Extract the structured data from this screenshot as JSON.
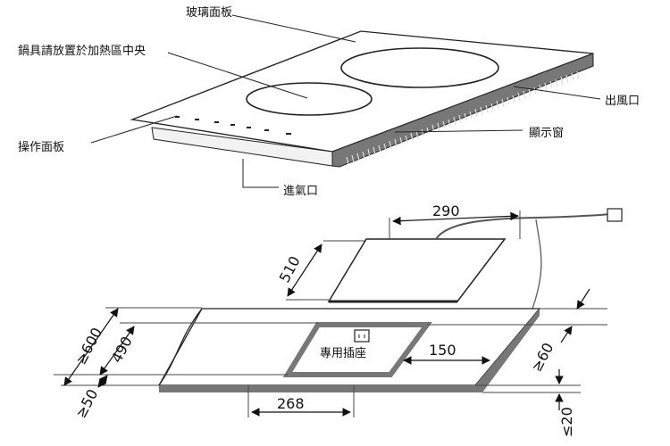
{
  "top_labels": {
    "glass_panel": "玻璃面板",
    "pot_center": "鍋具請放置於加熱區中央",
    "control_panel": "操作面板",
    "air_outlet": "出風口",
    "display_window": "顯示窗",
    "air_inlet": "進氣口"
  },
  "install": {
    "dim_width_290": "290",
    "dim_depth_510": "510",
    "dim_ge600": "≥600",
    "dim_490": "490",
    "dim_ge50": "≥50",
    "dim_150": "150",
    "dim_ge60": "≥60",
    "dim_268": "268",
    "dim_le20": "≤20",
    "socket_label": "專用插座"
  }
}
